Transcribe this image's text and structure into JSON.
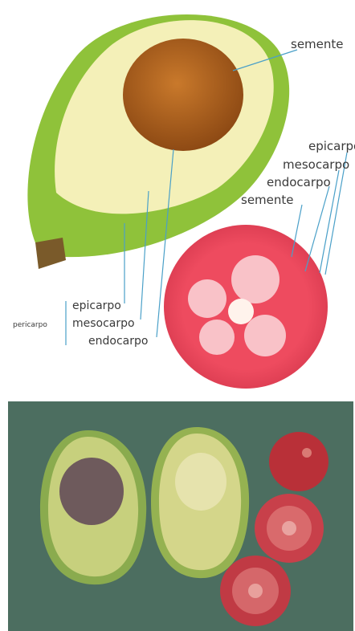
{
  "colors": {
    "avocado_skin": "#8fc23a",
    "avocado_flesh": "#f4f0b8",
    "avocado_seed": "#b8651f",
    "tomato_skin": "#ec4a5e",
    "tomato_flesh": "#f9c2c8",
    "photo_background": "#4c6e60",
    "leader_line": "#4aa0c8"
  },
  "avocado_labels": {
    "semente": "semente",
    "pericarp_group": "pericarpo",
    "epicarp": "epicarpo",
    "mesocarp": "mesocarpo",
    "endocarp": "endocarpo"
  },
  "tomato_labels": {
    "epicarp": "epicarpo",
    "mesocarp": "mesocarpo",
    "endocarp": "endocarpo",
    "seed": "semente"
  }
}
